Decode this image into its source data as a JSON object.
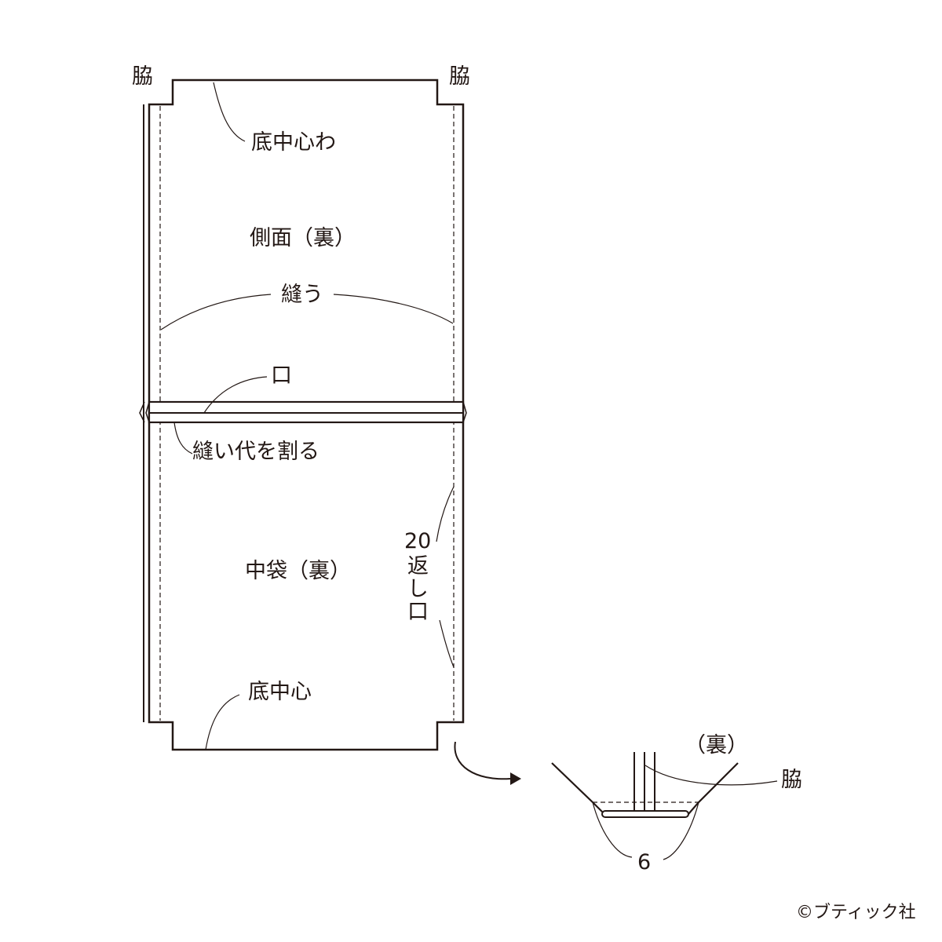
{
  "labels": {
    "side_left": "脇",
    "side_right": "脇",
    "bottom_center_fold": "底中心わ",
    "side_panel": "側面（裏）",
    "sew": "縫う",
    "opening": "口",
    "press_seam": "縫い代を割る",
    "inner_bag": "中袋（裏）",
    "return_size": "20",
    "return_opening": "返し口",
    "bottom_center": "底中心",
    "detail_wrong_side": "（裏）",
    "detail_side": "脇",
    "detail_size": "6"
  },
  "credit": "©ブティック社",
  "colors": {
    "line": "#231815"
  }
}
